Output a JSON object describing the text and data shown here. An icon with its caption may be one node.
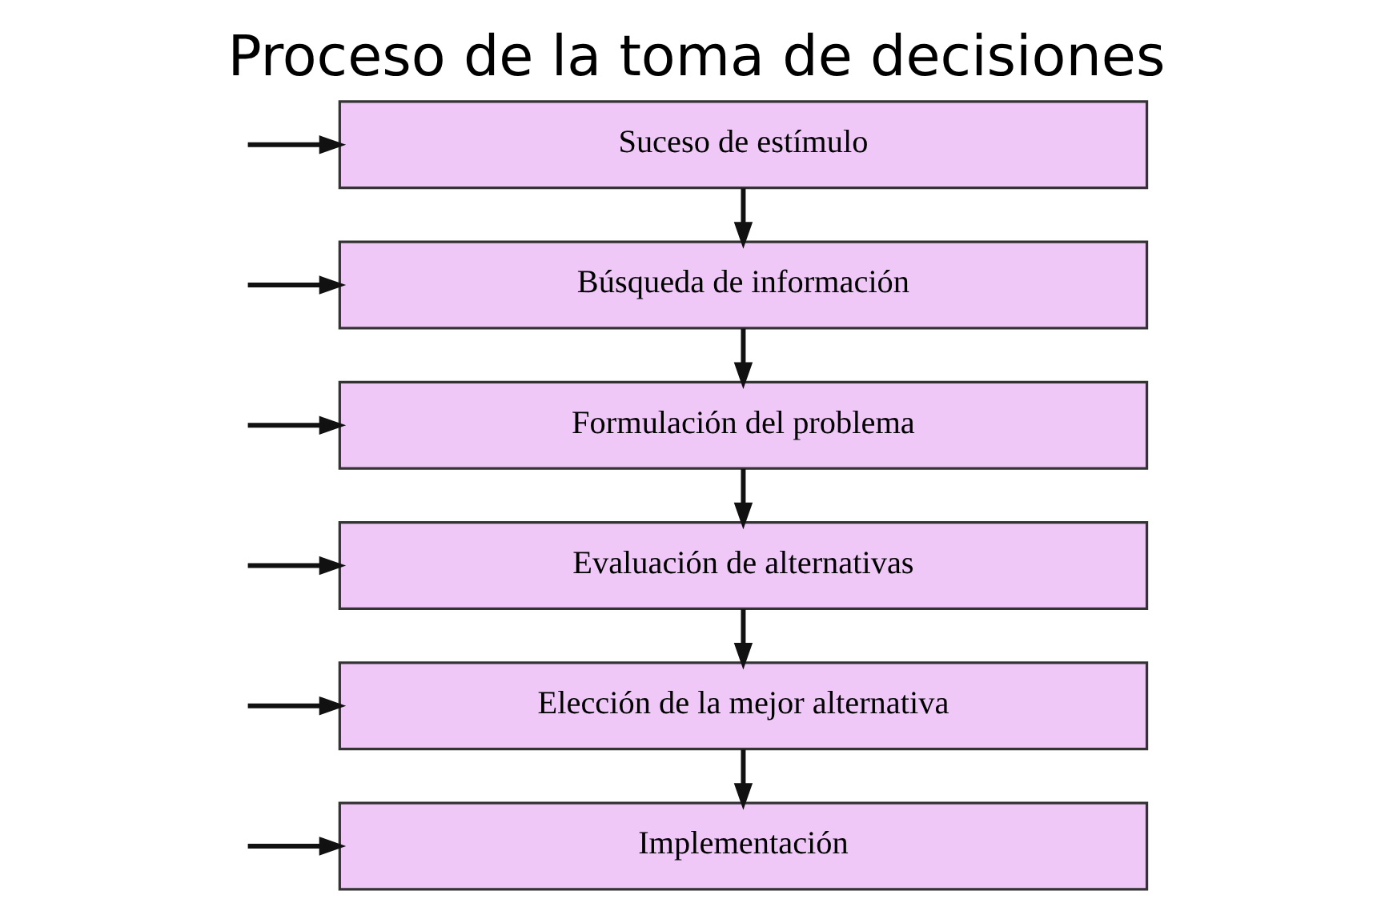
{
  "diagram": {
    "title": "Proceso de la toma de decisiones",
    "nodes": [
      {
        "text": [
          "Suceso de estímulo"
        ]
      },
      {
        "text": [
          "Búsqueda de información"
        ]
      },
      {
        "text": [
          "Formulación del problema"
        ]
      },
      {
        "text": [
          "Evaluación de alternativas"
        ]
      },
      {
        "text": [
          "Elección de la mejor alternativa"
        ]
      },
      {
        "text": [
          "Implementación"
        ]
      }
    ],
    "edges": [
      {
        "from": 0,
        "to": 1,
        "arrow": "to"
      },
      {
        "from": 1,
        "to": 2,
        "arrow": "to"
      },
      {
        "from": 2,
        "to": 3,
        "arrow": "to"
      },
      {
        "from": 3,
        "to": 4,
        "arrow": "to"
      },
      {
        "from": 4,
        "to": 5,
        "arrow": "to"
      },
      {
        "from": null,
        "to": 0,
        "arrow": "to"
      },
      {
        "from": null,
        "to": 1,
        "arrow": "to"
      },
      {
        "from": null,
        "to": 2,
        "arrow": "to"
      },
      {
        "from": null,
        "to": 3,
        "arrow": "to"
      },
      {
        "from": null,
        "to": 4,
        "arrow": "to"
      },
      {
        "from": null,
        "to": 5,
        "arrow": "to"
      }
    ]
  }
}
